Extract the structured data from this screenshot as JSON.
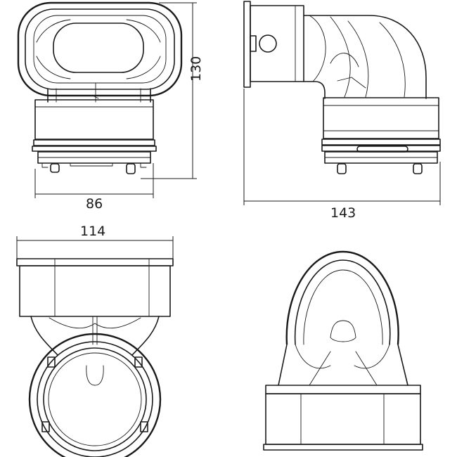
{
  "dimensions": {
    "front_width": "86",
    "height": "130",
    "side_width": "143",
    "top_width": "114"
  }
}
